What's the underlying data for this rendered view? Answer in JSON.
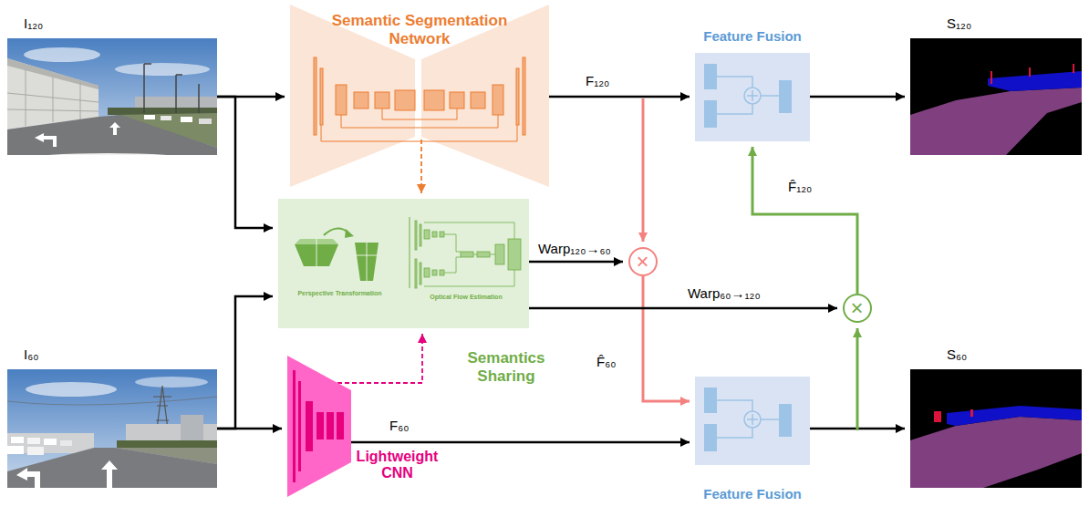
{
  "diagram": {
    "nodes": [
      {
        "text": [
          "I₁₂₀"
        ]
      },
      {
        "text": [
          "Semantic Segmentation Network"
        ]
      },
      {
        "text": [
          "Feature Fusion"
        ]
      },
      {
        "text": [
          "S₁₂₀"
        ]
      },
      {
        "text": [
          "Semantics Sharing"
        ]
      },
      {
        "text": [
          "Perspective Transformation"
        ],
        "in": 4
      },
      {
        "text": [
          "Optical Flow Estimation"
        ],
        "in": 4
      },
      {
        "text": [
          "×"
        ]
      },
      {
        "text": [
          "×"
        ]
      },
      {
        "text": [
          "I₆₀"
        ]
      },
      {
        "text": [
          "Lightweight CNN"
        ]
      },
      {
        "text": [
          "Feature Fusion"
        ]
      },
      {
        "text": [
          "S₆₀"
        ]
      }
    ],
    "edges": [
      {
        "from": 0,
        "to": 1,
        "arrow": "to"
      },
      {
        "from": 0,
        "to": 4,
        "arrow": "to"
      },
      {
        "from": 9,
        "to": 4,
        "arrow": "to"
      },
      {
        "from": 9,
        "to": 10,
        "arrow": "to"
      },
      {
        "from": 1,
        "to": 2,
        "arrow": "to",
        "label": "F₁₂₀"
      },
      {
        "from": 1,
        "to": 4,
        "arrow": "to"
      },
      {
        "from": 1,
        "to": 7,
        "arrow": "to"
      },
      {
        "from": 4,
        "to": 7,
        "arrow": "to",
        "label": "Warp₁₂₀→₆₀"
      },
      {
        "from": 7,
        "to": 11,
        "arrow": "to",
        "label": "F̂₆₀"
      },
      {
        "from": 10,
        "to": 4,
        "arrow": "to"
      },
      {
        "from": 10,
        "to": 11,
        "arrow": "to",
        "label": "F₆₀"
      },
      {
        "from": 4,
        "to": 8,
        "arrow": "to",
        "label": "Warp₆₀→₁₂₀"
      },
      {
        "from": 2,
        "to": 3,
        "arrow": "to"
      },
      {
        "from": 11,
        "to": 12,
        "arrow": "to"
      },
      {
        "from": 11,
        "to": 8,
        "arrow": "to"
      },
      {
        "from": 8,
        "to": 2,
        "arrow": "to",
        "label": "F̂₁₂₀"
      }
    ]
  }
}
